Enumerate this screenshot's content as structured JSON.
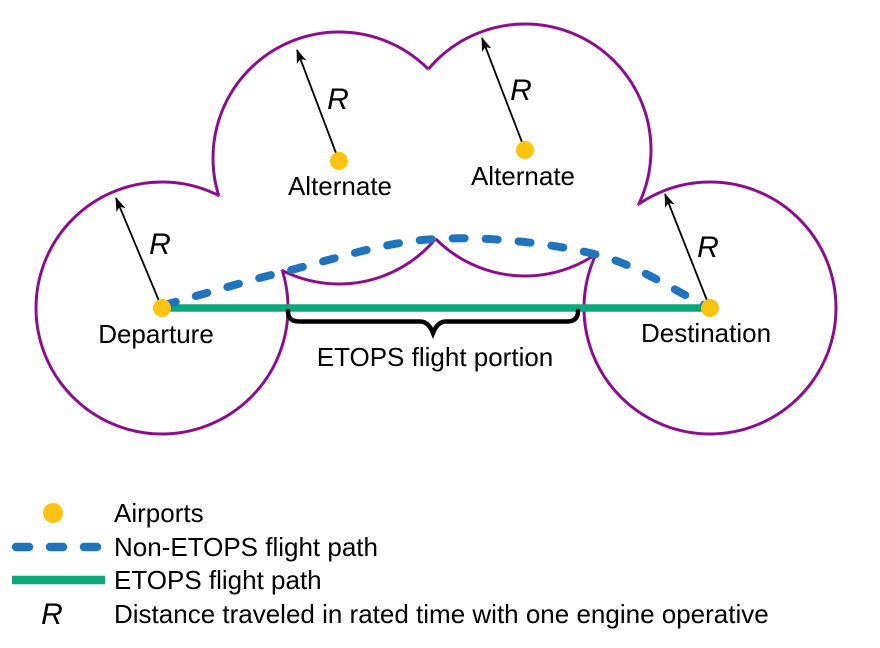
{
  "figure": {
    "background": "#ffffff",
    "colors": {
      "range_circle": "#8a0f8d",
      "airport": "#fcc30f",
      "non_etops_path": "#1f74bd",
      "etops_path": "#0ca87c",
      "annotation": "#000000"
    },
    "airports": {
      "departure": "Departure",
      "destination": "Destination",
      "alternate_left": "Alternate",
      "alternate_right": "Alternate"
    },
    "radius_label": "R",
    "brace_label": "ETOPS flight portion"
  },
  "legend": {
    "radius_symbol": "R",
    "items": [
      {
        "key": "airports",
        "label": "Airports"
      },
      {
        "key": "non-etops-flight-path",
        "label": "Non-ETOPS flight path"
      },
      {
        "key": "etops-flight-path",
        "label": "ETOPS flight path"
      },
      {
        "key": "radius-distance",
        "label": "Distance traveled in rated time with one engine operative"
      }
    ]
  }
}
